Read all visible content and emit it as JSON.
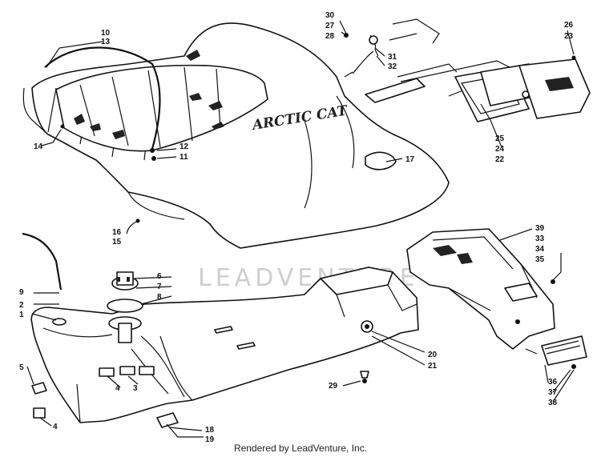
{
  "diagram": {
    "brand_text": "ARCTIC CAT",
    "watermark": "LEADVENTURE",
    "footer": "Rendered by LeadVenture, Inc.",
    "callouts": [
      "10",
      "13",
      "14",
      "12",
      "11",
      "16",
      "15",
      "30",
      "27",
      "28",
      "31",
      "32",
      "26",
      "23",
      "25",
      "24",
      "22",
      "17",
      "39",
      "33",
      "34",
      "35",
      "6",
      "7",
      "8",
      "9",
      "2",
      "1",
      "5",
      "4",
      "3",
      "18",
      "19",
      "20",
      "21",
      "29",
      "36",
      "37",
      "38"
    ]
  }
}
